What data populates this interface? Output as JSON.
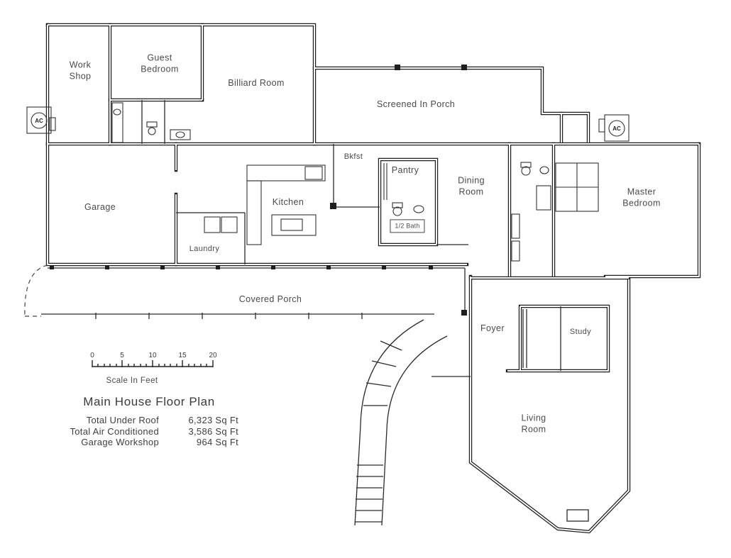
{
  "plan": {
    "title": "Main House Floor Plan",
    "rooms": {
      "work_shop": "Work\nShop",
      "guest_bedroom": "Guest\nBedroom",
      "billiard_room": "Billiard Room",
      "screened_porch": "Screened In Porch",
      "bkfst": "Bkfst",
      "pantry": "Pantry",
      "dining_room": "Dining\nRoom",
      "master_bedroom": "Master\nBedroom",
      "garage": "Garage",
      "kitchen": "Kitchen",
      "laundry": "Laundry",
      "half_bath": "1/2 Bath",
      "covered_porch": "Covered Porch",
      "foyer": "Foyer",
      "study": "Study",
      "living_room": "Living\nRoom"
    },
    "ac_label": "AC",
    "scale": {
      "caption": "Scale In Feet",
      "ticks": [
        "0",
        "5",
        "10",
        "15",
        "20"
      ]
    },
    "stats": [
      {
        "label": "Total Under Roof",
        "value": "6,323 Sq Ft"
      },
      {
        "label": "Total Air Conditioned",
        "value": "3,586 Sq Ft"
      },
      {
        "label": "Garage Workshop",
        "value": "964 Sq Ft"
      }
    ],
    "line_color": "#1e1e1e"
  }
}
